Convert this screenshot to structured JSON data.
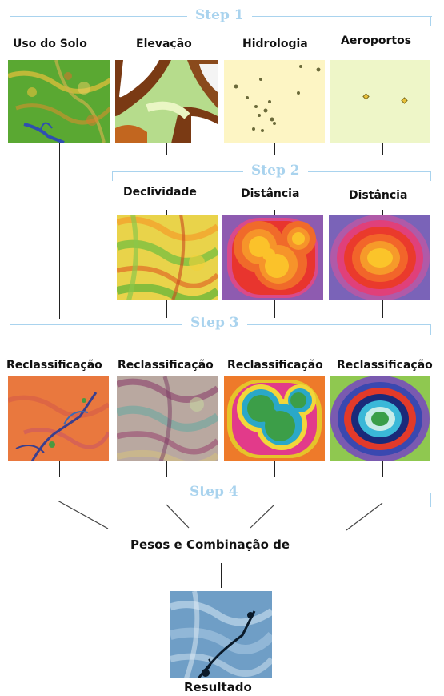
{
  "steps": [
    "Step 1",
    "Step 2",
    "Step 3",
    "Step 4"
  ],
  "row1": {
    "labels": [
      "Uso do Solo",
      "Elevação",
      "Hidrologia",
      "Aeroportos"
    ]
  },
  "row2": {
    "labels": [
      "Declividade",
      "Distância",
      "Distância"
    ]
  },
  "row3": {
    "labels": [
      "Reclassificação",
      "Reclassificação",
      "Reclassificação",
      "Reclassificação"
    ]
  },
  "combine": {
    "label": "Pesos e Combinação de"
  },
  "result": {
    "label": "Resultado"
  },
  "colors": {
    "step_accent": "#a9d3ee",
    "connector": "#222222",
    "landuse_green": "#5aa832",
    "hydro_bg": "#fdf5c4",
    "airport_bg": "#eef6c8"
  }
}
